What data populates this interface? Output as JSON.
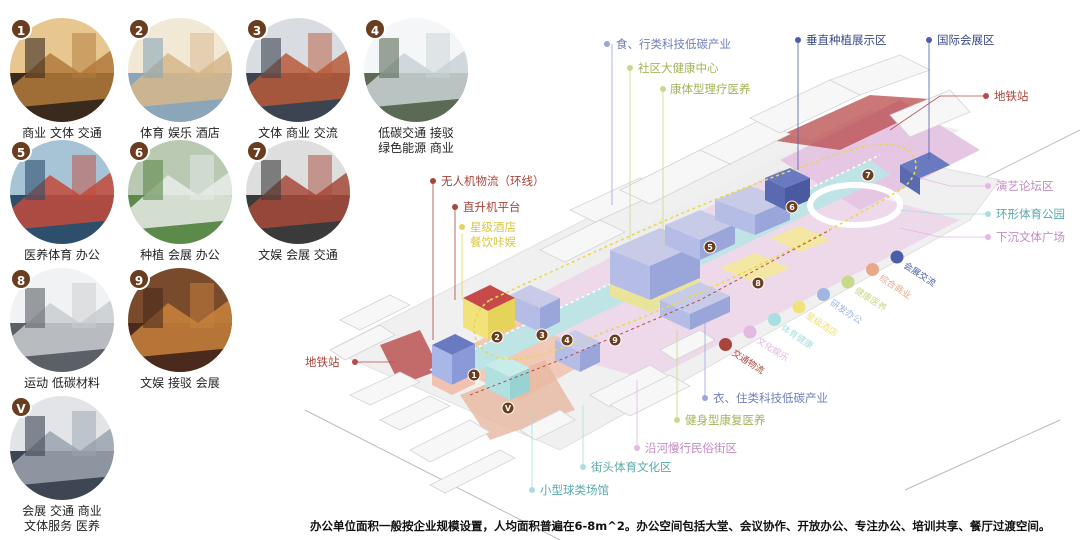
{
  "thumbnails": [
    {
      "num": "1",
      "caption": "商业 文体 交通",
      "c1": "#3a2a1e",
      "c2": "#b27a3c",
      "c3": "#e7c68f"
    },
    {
      "num": "2",
      "caption": "体育 娱乐 酒店",
      "c1": "#8aa6b8",
      "c2": "#d6b68a",
      "c3": "#f2e8d6"
    },
    {
      "num": "3",
      "caption": "文体 商业 交流",
      "c1": "#3b4450",
      "c2": "#b85a3a",
      "c3": "#d9dde2"
    },
    {
      "num": "4",
      "caption": "低碳交通 接驳\n绿色能源 商业",
      "c1": "#5a6a55",
      "c2": "#c9d2d6",
      "c3": "#f4f6f7"
    },
    {
      "num": "5",
      "caption": "医养体育 办公",
      "c1": "#2d4f6b",
      "c2": "#c24a3a",
      "c3": "#a7c4d6"
    },
    {
      "num": "6",
      "caption": "种植 会展 办公",
      "c1": "#5c8a4a",
      "c2": "#e8ece9",
      "c3": "#b9c9b2"
    },
    {
      "num": "7",
      "caption": "文娱 会展 交通",
      "c1": "#3a3a3a",
      "c2": "#a64a3a",
      "c3": "#dedede"
    },
    {
      "num": "8",
      "caption": "运动 低碳材料",
      "c1": "#5b5f66",
      "c2": "#c9ccd0",
      "c3": "#f1f2f3"
    },
    {
      "num": "9",
      "caption": "文娱 接驳 会展",
      "c1": "#4a2a1c",
      "c2": "#c9833c",
      "c3": "#7a4a2c"
    },
    {
      "num": "V",
      "caption": "会展 交通 商业\n文体服务 医养",
      "c1": "#3e4654",
      "c2": "#9aa3ae",
      "c3": "#e2e4e8"
    }
  ],
  "callouts": {
    "food_tech": "食、行类科技低碳产业",
    "community_health": "社区大健康中心",
    "physio": "康体型理疗医养",
    "vertical_farm": "垂直种植展示区",
    "intl_expo": "国际会展区",
    "metro_right": "地铁站",
    "drone": "无人机物流（环线）",
    "helipad": "直升机平台",
    "hotel_l1": "星级酒店",
    "hotel_l2": "餐饮咔娱",
    "show_forum": "演艺论坛区",
    "ring_park": "环形体育公园",
    "sunken_plaza": "下沉文体广场",
    "metro_left": "地铁站",
    "clothing_tech": "衣、住类科技低碳产业",
    "fitness": "健身型康复医养",
    "riverside": "沿河慢行民俗街区",
    "street_sports": "街头体育文化区",
    "ballpark": "小型球类场馆"
  },
  "legend": [
    {
      "label": "会展交流",
      "color": "#4a5fa8"
    },
    {
      "label": "综合商业",
      "color": "#e8a98a"
    },
    {
      "label": "健康医养",
      "color": "#c8d98a"
    },
    {
      "label": "研发办公",
      "color": "#9fb6e0"
    },
    {
      "label": "星级酒店",
      "color": "#f2e27a"
    },
    {
      "label": "体育健康",
      "color": "#a8dfe0"
    },
    {
      "label": "文化娱乐",
      "color": "#e3b8e3"
    },
    {
      "label": "交通物流",
      "color": "#a8443a"
    }
  ],
  "markers": [
    "1",
    "2",
    "3",
    "4",
    "5",
    "6",
    "7",
    "8",
    "9",
    "V"
  ],
  "footer": "办公单位面积一般按企业规模设置，人均面积普遍在6-8m^2。办公空间包括大堂、会议协作、开放办公、专注办公、培训共享、餐厅过渡空间。"
}
